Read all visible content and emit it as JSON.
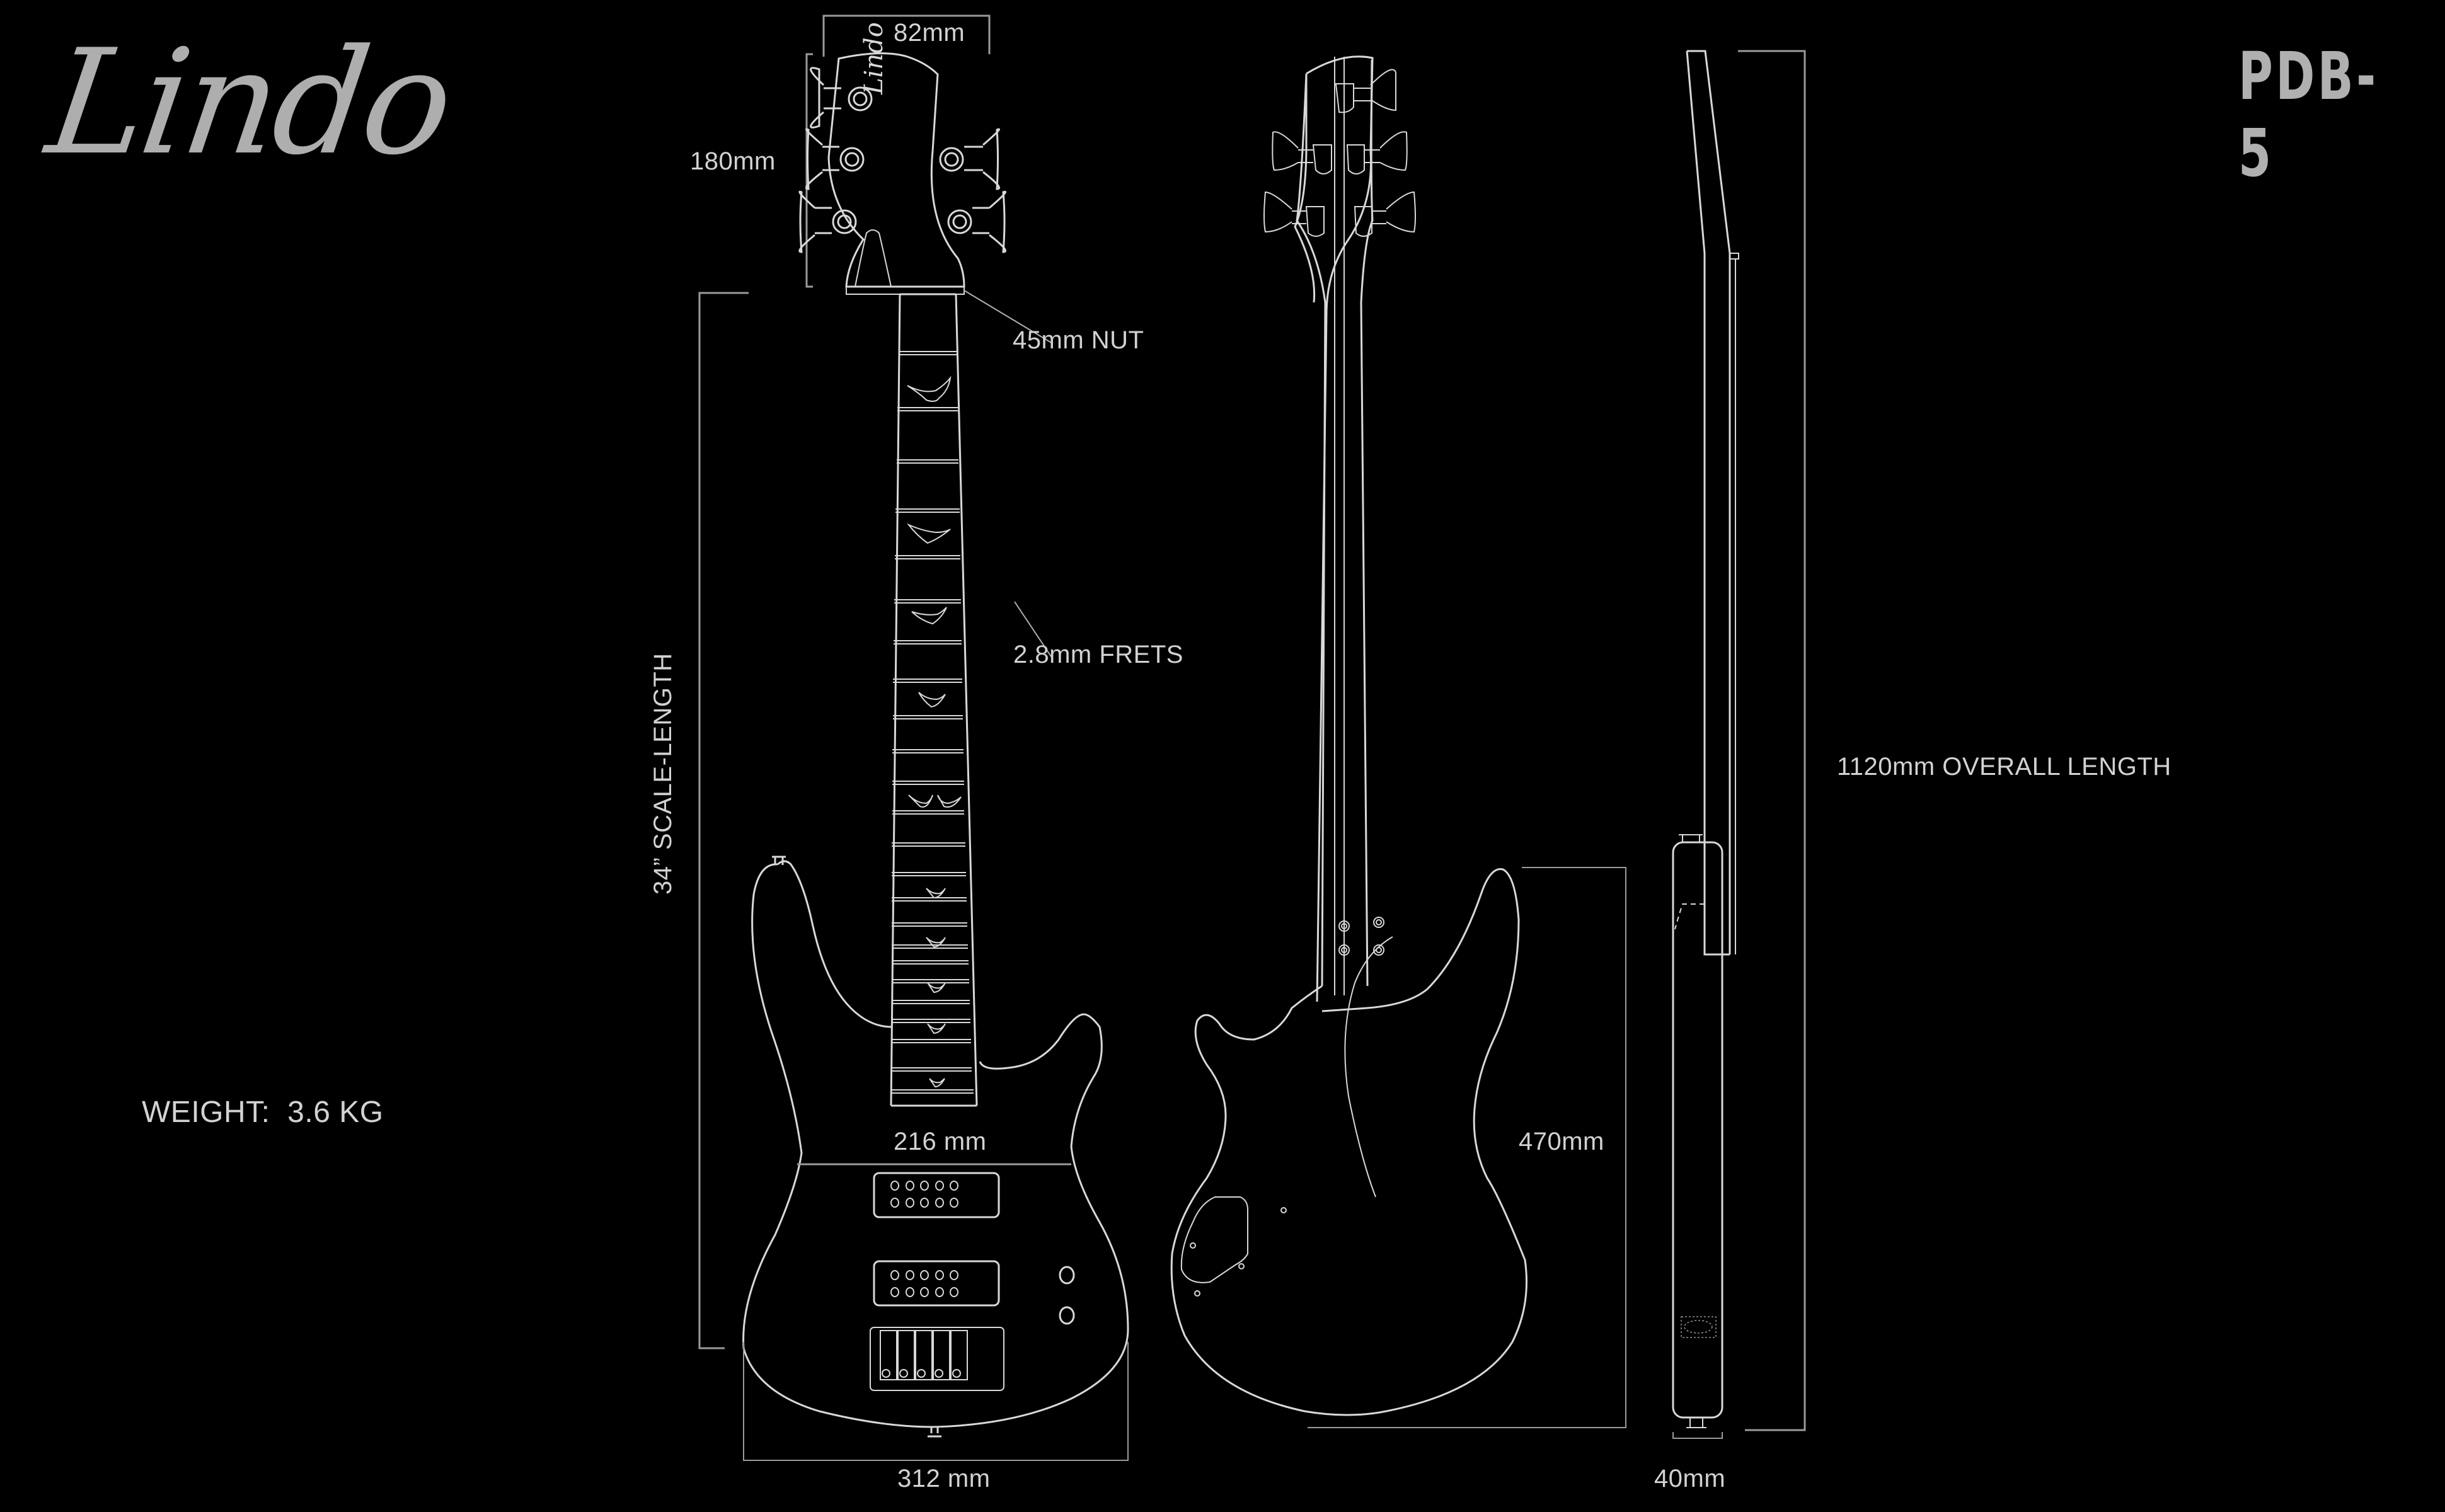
{
  "brand": {
    "logo_text": "Lindo",
    "model": "PDB-5"
  },
  "dimensions": {
    "headstock_width": "82mm",
    "headstock_length": "180mm",
    "nut_width": "45mm NUT",
    "fret_width": "2.8mm FRETS",
    "scale_length": "34” SCALE-LENGTH",
    "body_waist_width": "216 mm",
    "body_width": "312 mm",
    "body_length": "470mm",
    "overall_length": "1120mm OVERALL LENGTH",
    "body_depth": "40mm"
  },
  "specs": {
    "weight": "WEIGHT:  3.6 KG"
  },
  "views": [
    {
      "name": "front",
      "headstock_logo": "Lindo",
      "tuners": 5,
      "pickups": 2,
      "pickup_poles_per_row": 5,
      "knobs": 2,
      "bridge_saddles": 5,
      "inlay": "bird"
    },
    {
      "name": "back",
      "neck_plate_screws": 4,
      "cavity_cover_screws": 4
    },
    {
      "name": "side"
    }
  ],
  "colors": {
    "background": "#000000",
    "line": "#d8d8d8",
    "dimension_line": "#9a9a9a",
    "text": "#d2d2d2",
    "logo": "#aeaeae"
  }
}
